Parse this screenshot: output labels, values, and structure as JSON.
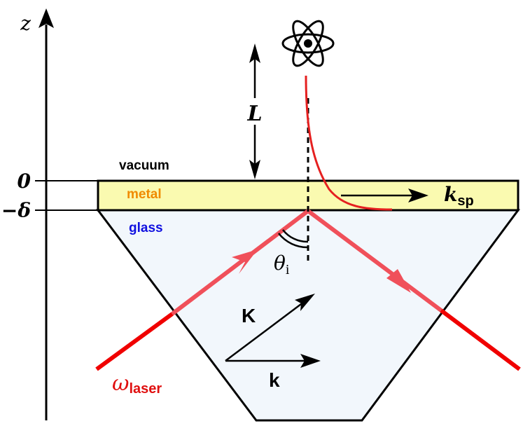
{
  "axis": {
    "label": "z",
    "tick_zero": "0",
    "tick_delta": "−δ"
  },
  "layers": {
    "vacuum": "vacuum",
    "metal": "metal",
    "glass": "glass"
  },
  "labels": {
    "distance": "L",
    "k_sp_main": "k",
    "k_sp_sub": "sp",
    "theta_main": "θ",
    "theta_sub": "i",
    "K": "K",
    "k": "k",
    "omega_main": "ω",
    "omega_sub": "laser"
  },
  "icons": {
    "atom": "atom-icon"
  },
  "colors": {
    "beam": "#f00000",
    "beam_in_glass": "#f0505a",
    "metal_fill": "#fafab0",
    "glass_fill": "#f2f7fc",
    "decay_curve": "#e52020",
    "metal_label": "#f08a00",
    "glass_label": "#1010e0",
    "omega_label": "#e01010"
  }
}
